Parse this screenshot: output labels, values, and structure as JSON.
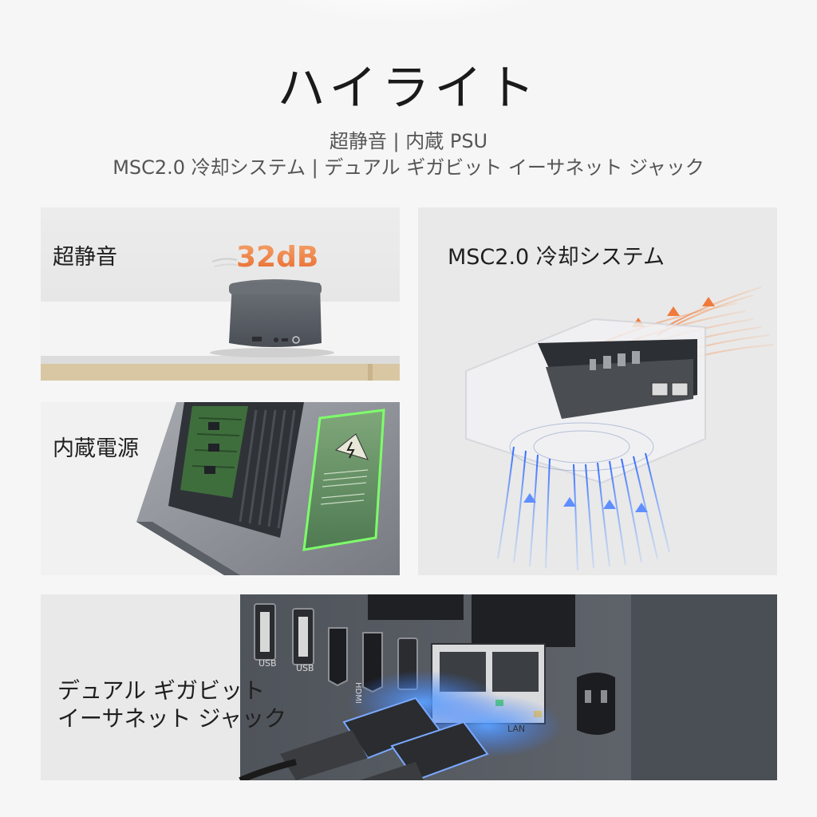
{
  "header": {
    "title": "ハイライト",
    "subtitle_line1": "超静音 | 内蔵 PSU",
    "subtitle_line2": "MSC2.0 冷却システム | デュアル ギガビット イーサネット ジャック"
  },
  "panels": {
    "quiet": {
      "label": "超静音",
      "noise_value": "32dB"
    },
    "psu": {
      "label": "内蔵電源"
    },
    "cooling": {
      "label": "MSC2.0 冷却システム"
    },
    "ethernet": {
      "label_line1": "デュアル ギガビット",
      "label_line2": "イーサネット ジャック",
      "port_labels": {
        "usb1": "USB",
        "usb2": "USB",
        "hdmi": "HDMI",
        "lan": "LAN"
      }
    }
  },
  "colors": {
    "accent_orange": "#f07a3c",
    "accent_blue": "#3a7bff",
    "device_gray": "#5c6068"
  }
}
